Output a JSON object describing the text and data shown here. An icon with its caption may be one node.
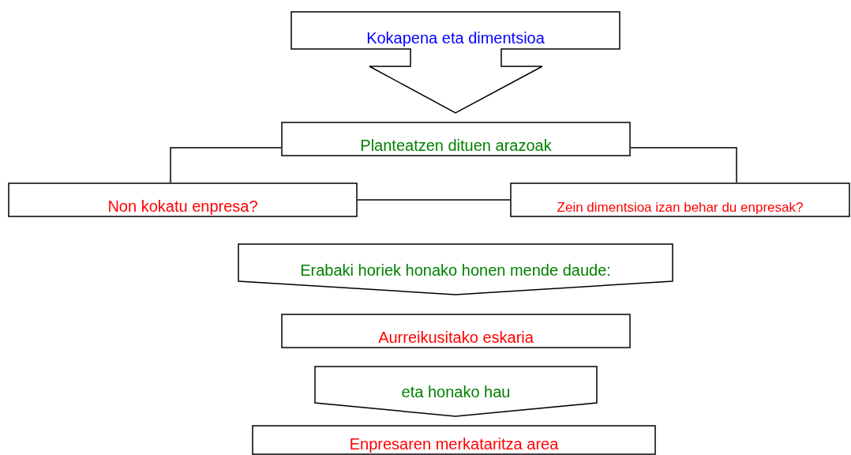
{
  "diagram": {
    "nodes": [
      {
        "text": [
          "Kokapena eta dimentsioa"
        ]
      },
      {
        "text": [
          "Planteatzen dituen arazoak"
        ]
      },
      {
        "text": [
          "Non kokatu enpresa?"
        ]
      },
      {
        "text": [
          "Zein dimentsioa izan behar du enpresak?"
        ]
      },
      {
        "text": [
          "Erabaki horiek honako honen mende daude:"
        ]
      },
      {
        "text": [
          "Aurreikusitako eskaria"
        ]
      },
      {
        "text": [
          "eta honako hau"
        ]
      },
      {
        "text": [
          "Enpresaren merkataritza area"
        ]
      }
    ],
    "edges": [
      {
        "from": 1,
        "to": 2,
        "arrow": "none"
      },
      {
        "from": 1,
        "to": 3,
        "arrow": "none"
      },
      {
        "from": 2,
        "to": 3,
        "arrow": "none"
      }
    ]
  }
}
